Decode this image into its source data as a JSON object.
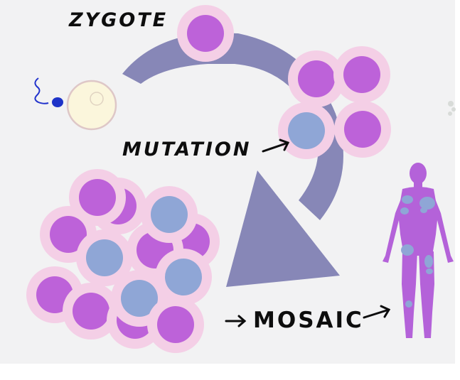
{
  "labels": {
    "zygote": "ZYGOTE",
    "mutation": "MUTATION",
    "mosaic": "MOSAIC"
  },
  "colors": {
    "background": "#f2f2f3",
    "arrow": "#8787b7",
    "cell_purple": "#bd62d9",
    "cell_blue": "#8fa6d6",
    "cell_halo": "#f4cfe6",
    "egg": "#fbf6dc",
    "sperm": "#2233cc",
    "human_body": "#b462d9",
    "text": "#0d0d0d"
  },
  "icons": [
    "sperm-icon",
    "egg-icon",
    "human-figure-icon"
  ]
}
